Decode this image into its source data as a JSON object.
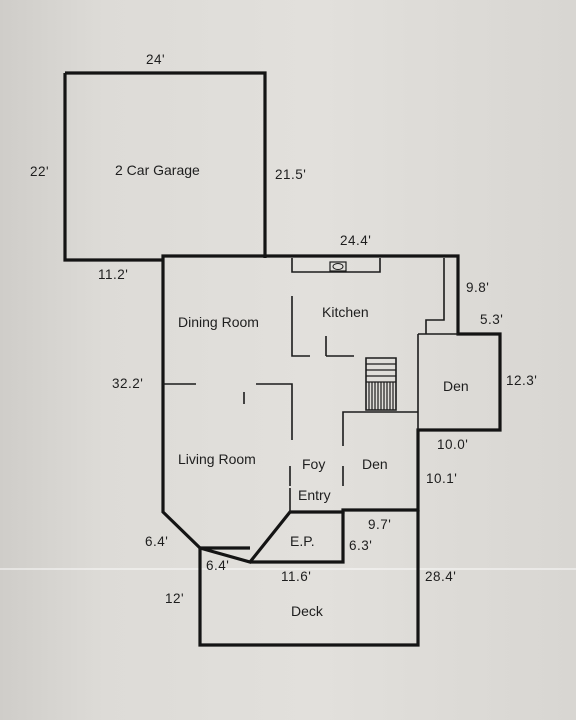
{
  "rooms": {
    "garage": "2 Car Garage",
    "dining": "Dining Room",
    "kitchen": "Kitchen",
    "den_right": "Den",
    "living": "Living Room",
    "foy": "Foy",
    "den_center": "Den",
    "entry": "Entry",
    "ep": "E.P.",
    "deck": "Deck"
  },
  "dimensions": {
    "garage_top": "24'",
    "garage_left": "22'",
    "garage_right": "21.5'",
    "house_top": "24.4'",
    "garage_bottom": "11.2'",
    "kitchen_right": "9.8'",
    "den_top": "5.3'",
    "den_right": "12.3'",
    "house_left": "32.2'",
    "den_bottom": "10.0'",
    "den_center_right": "10.1'",
    "bay_left": "6.4'",
    "ep_right": "9.7'",
    "ep_bottom_right": "6.3'",
    "bay_bottom": "6.4'",
    "ep_bottom": "11.6'",
    "deck_right": "28.4'",
    "deck_left": "12'"
  }
}
